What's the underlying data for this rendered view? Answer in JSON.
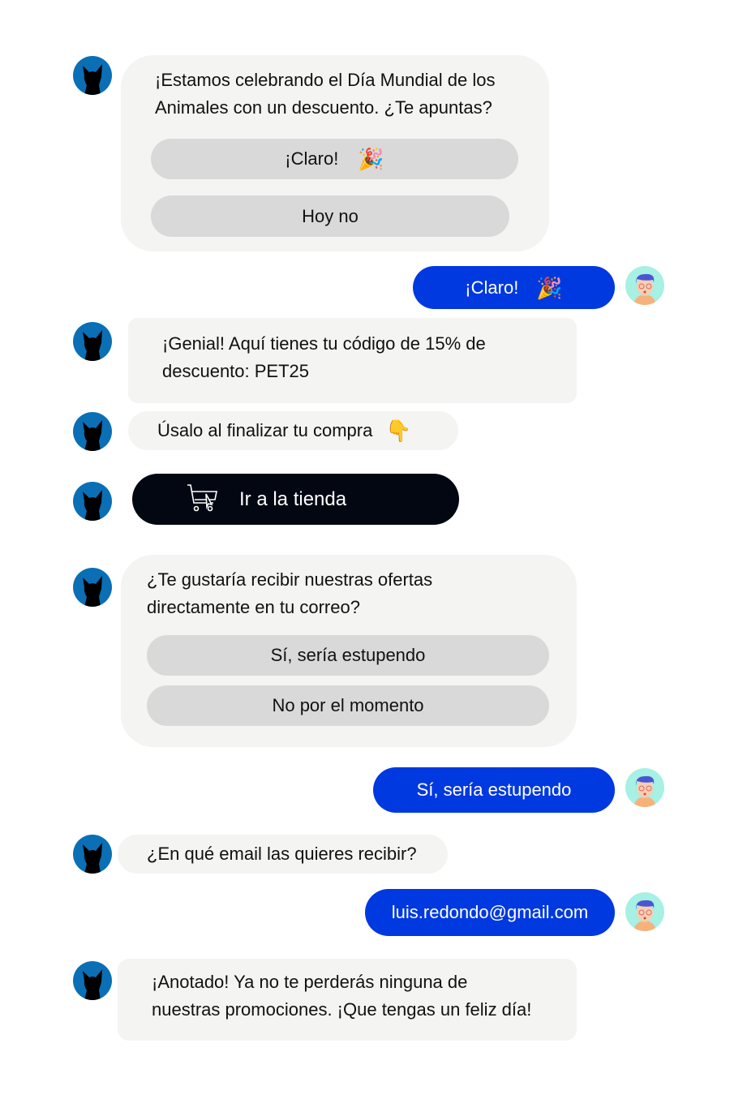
{
  "messages": {
    "m1": {
      "text_line1": "¡Estamos celebrando el Día Mundial de los",
      "text_line2": "Animales con un descuento. ¿Te apuntas?",
      "option1": "¡Claro!",
      "option1_emoji": "🎉",
      "option2": "Hoy no"
    },
    "u1": {
      "text": "¡Claro!",
      "emoji": "🎉"
    },
    "m2": {
      "text_line1": "¡Genial!  Aquí tienes tu código de 15% de",
      "text_line2": "descuento: PET25"
    },
    "m3": {
      "text": "Úsalo al finalizar tu compra",
      "emoji": "👇"
    },
    "shop_button": {
      "label": "Ir a la tienda",
      "icon": "shopping-cart-icon"
    },
    "m4": {
      "text_line1": "¿Te gustaría recibir nuestras ofertas",
      "text_line2": "directamente en tu correo?",
      "option1": "Sí, sería estupendo",
      "option2": "No por el momento"
    },
    "u2": {
      "text": "Sí, sería estupendo"
    },
    "m5": {
      "text": "¿En qué email las quieres recibir?"
    },
    "u3": {
      "text": "luis.redondo@gmail.com"
    },
    "m6": {
      "text_line1": "¡Anotado! Ya no te perderás ninguna de",
      "text_line2": "nuestras promociones. ¡Que tengas un feliz día!"
    }
  },
  "colors": {
    "user_bubble": "#0039e0",
    "bot_bubble": "#f4f4f3",
    "option": "#d9d9d9",
    "shop_button": "#030712",
    "bot_avatar": "#0a6fb5"
  }
}
